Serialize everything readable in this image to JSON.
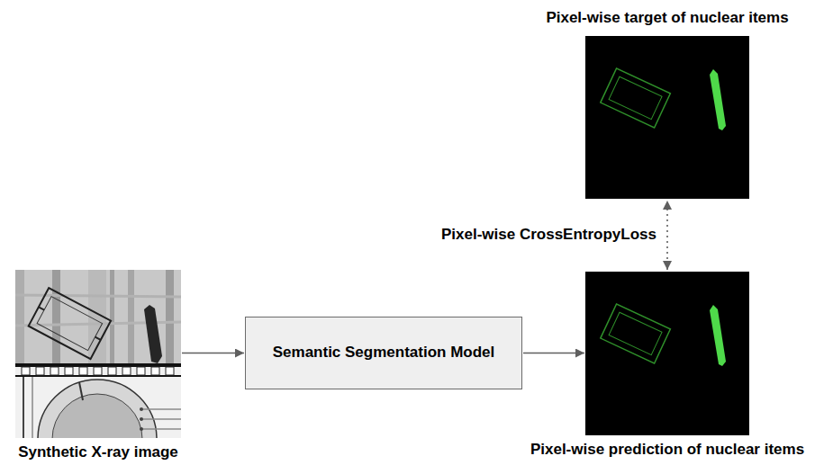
{
  "diagram": {
    "nodes": [
      {
        "text": [
          "Pixel-wise target of nuclear items"
        ]
      },
      {
        "text": [
          "Synthetic X-ray image"
        ]
      },
      {
        "text": [
          "Semantic Segmentation Model"
        ]
      },
      {
        "text": [
          "Pixel-wise prediction of nuclear items"
        ]
      }
    ],
    "edges": [
      {
        "from": 1,
        "to": 2,
        "arrow": "to"
      },
      {
        "from": 2,
        "to": 3,
        "arrow": "to"
      },
      {
        "from": 3,
        "to": 0,
        "label": "Pixel-wise CrossEntropyLoss",
        "arrow": "both"
      }
    ]
  }
}
